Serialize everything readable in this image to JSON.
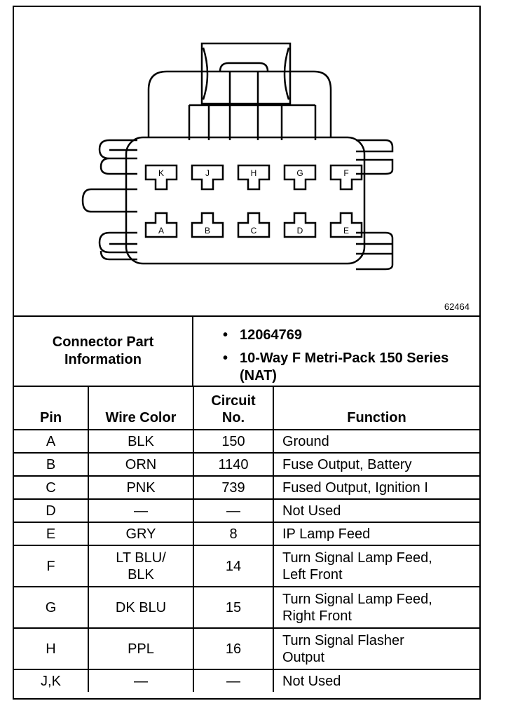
{
  "diagram": {
    "figure_id": "62464",
    "top_row_pins": [
      "K",
      "J",
      "H",
      "G",
      "F"
    ],
    "bottom_row_pins": [
      "A",
      "B",
      "C",
      "D",
      "E"
    ]
  },
  "connector_info": {
    "label": "Connector Part\nInformation",
    "items": [
      "12064769",
      "10-Way F Metri-Pack 150 Series (NAT)"
    ]
  },
  "table": {
    "headers": {
      "pin": "Pin",
      "wire_color": "Wire Color",
      "circuit": "Circuit\nNo.",
      "function": "Function"
    },
    "rows": [
      {
        "pin": "A",
        "wire_color": "BLK",
        "circuit": "150",
        "function": "Ground"
      },
      {
        "pin": "B",
        "wire_color": "ORN",
        "circuit": "1140",
        "function": "Fuse Output, Battery"
      },
      {
        "pin": "C",
        "wire_color": "PNK",
        "circuit": "739",
        "function": "Fused Output, Ignition I"
      },
      {
        "pin": "D",
        "wire_color": "—",
        "circuit": "—",
        "function": "Not Used"
      },
      {
        "pin": "E",
        "wire_color": "GRY",
        "circuit": "8",
        "function": "IP Lamp Feed"
      },
      {
        "pin": "F",
        "wire_color": "LT BLU/\nBLK",
        "circuit": "14",
        "function": "Turn Signal Lamp Feed,\nLeft Front"
      },
      {
        "pin": "G",
        "wire_color": "DK BLU",
        "circuit": "15",
        "function": "Turn Signal Lamp Feed,\nRight Front"
      },
      {
        "pin": "H",
        "wire_color": "PPL",
        "circuit": "16",
        "function": "Turn Signal Flasher\nOutput"
      },
      {
        "pin": "J,K",
        "wire_color": "—",
        "circuit": "—",
        "function": "Not Used"
      }
    ]
  }
}
